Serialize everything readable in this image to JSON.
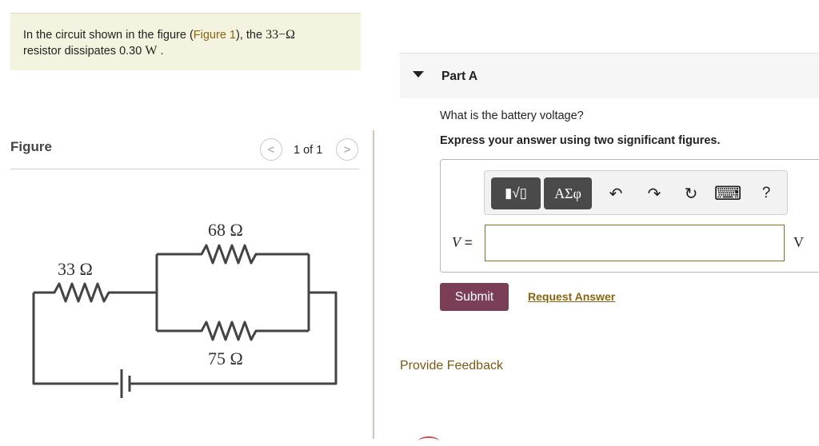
{
  "problem": {
    "text_before": "In the circuit shown in the figure (",
    "figure_link": "Figure 1",
    "text_mid": "), the ",
    "resistance": "33",
    "resistance_unit": "−Ω",
    "line2_before": "resistor dissipates 0.30 ",
    "power_unit": "W",
    "line2_after": " ."
  },
  "figure": {
    "label": "Figure",
    "page": "1 of 1",
    "prev_glyph": "<",
    "next_glyph": ">",
    "circuit": {
      "r_left": "33 Ω",
      "r_top": "68 Ω",
      "r_bottom": "75 Ω"
    }
  },
  "part": {
    "title": "Part A",
    "question": "What is the battery voltage?",
    "instruction": "Express your answer using two significant figures.",
    "variable": "V",
    "equals": " =",
    "input_value": "",
    "unit": "V"
  },
  "toolbar": {
    "math_button": "▮√▯",
    "greek_button": "ΑΣφ",
    "undo_icon": "↶",
    "redo_icon": "↷",
    "reset_icon": "↻",
    "keyboard_icon": "⌨",
    "help": "?"
  },
  "actions": {
    "submit": "Submit",
    "request": "Request Answer",
    "feedback": "Provide Feedback"
  },
  "colors": {
    "accent_link": "#8a6410",
    "submit_bg": "#7a3f56",
    "problem_bg": "#f4f3df"
  }
}
